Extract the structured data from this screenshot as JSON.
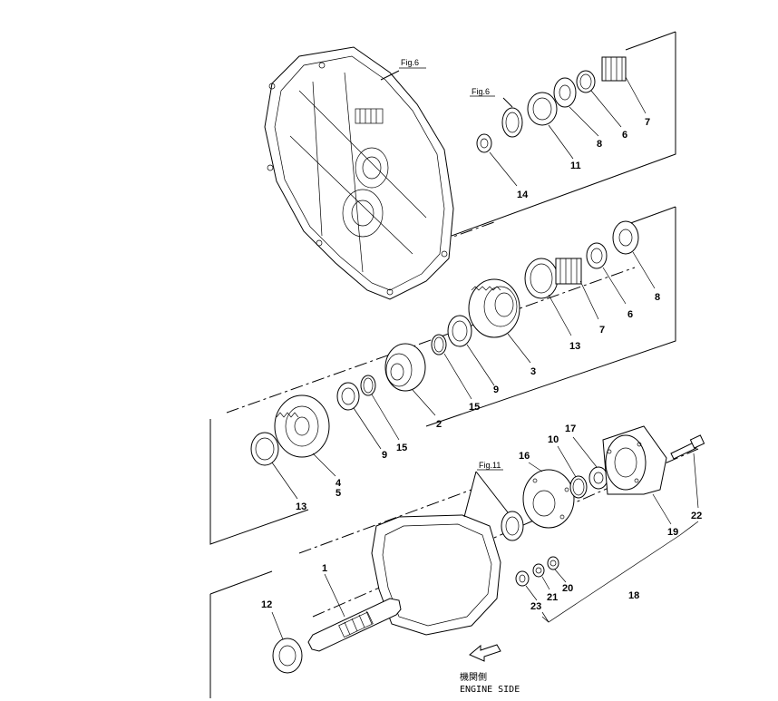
{
  "labels": {
    "p1": "1",
    "p2": "2",
    "p3": "3",
    "p4": "4",
    "p5": "5",
    "p6a": "6",
    "p6b": "6",
    "p7a": "7",
    "p7b": "7",
    "p8a": "8",
    "p8b": "8",
    "p9a": "9",
    "p9b": "9",
    "p10": "10",
    "p11": "11",
    "p12": "12",
    "p13a": "13",
    "p13b": "13",
    "p14": "14",
    "p15a": "15",
    "p15b": "15",
    "p16": "16",
    "p17": "17",
    "p18": "18",
    "p19": "19",
    "p20": "20",
    "p21": "21",
    "p22": "22",
    "p23": "23"
  },
  "fig_refs": {
    "housing": "Fig.6",
    "ring": "Fig.6",
    "case": "Fig.11"
  },
  "direction": {
    "jp": "機関側",
    "en": "ENGINE SIDE"
  }
}
